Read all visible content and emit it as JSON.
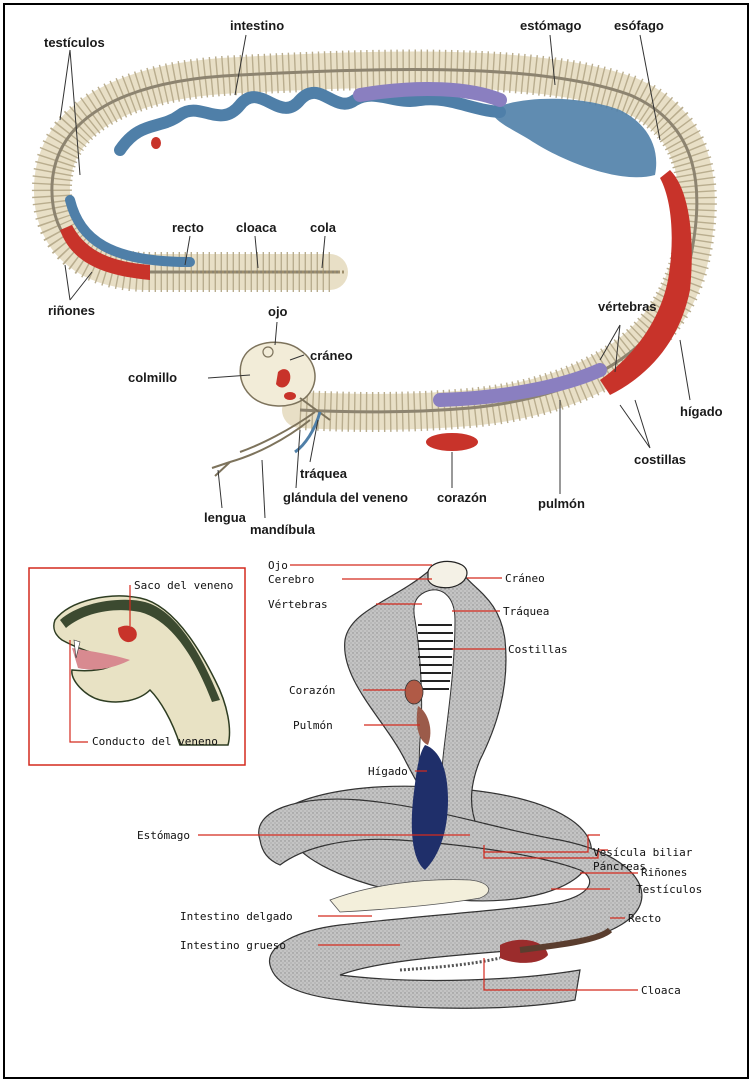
{
  "top_labels": {
    "testiculos": "testículos",
    "intestino": "intestino",
    "estomago": "estómago",
    "esofago": "esófago",
    "recto": "recto",
    "cloaca": "cloaca",
    "cola": "cola",
    "rinones": "riñones",
    "ojo": "ojo",
    "craneo": "cráneo",
    "colmillo": "colmillo",
    "vertebras": "vértebras",
    "higado": "hígado",
    "traquea": "tráquea",
    "glandula": "glándula del veneno",
    "corazon": "corazón",
    "pulmon": "pulmón",
    "costillas": "costillas",
    "lengua": "lengua",
    "mandibula": "mandíbula"
  },
  "inset_labels": {
    "saco": "Saco del veneno",
    "conducto": "Conducto del veneno"
  },
  "cobra_labels": {
    "ojo": "Ojo",
    "cerebro": "Cerebro",
    "vertebras": "Vértebras",
    "craneo": "Cráneo",
    "traquea": "Tráquea",
    "costillas": "Costillas",
    "corazon": "Corazón",
    "pulmon": "Pulmón",
    "higado": "Hígado",
    "estomago": "Estómago",
    "vesicula": "Vesícula biliar",
    "pancreas": "Páncreas",
    "rinones": "Riñones",
    "testiculos": "Testículos",
    "intestino_delgado": "Intestino delgado",
    "intestino_grueso": "Intestino grueso",
    "recto": "Recto",
    "cloaca": "Cloaca"
  },
  "colors": {
    "intestine_blue": "#4f7fa8",
    "lung_purple": "#8a7fc0",
    "organ_red": "#c8332a",
    "bone": "#d9cfb4",
    "leader_red": "#d42a1e",
    "cobra_gray": "#bdbdbd",
    "liver_navy": "#1f2f6a"
  }
}
